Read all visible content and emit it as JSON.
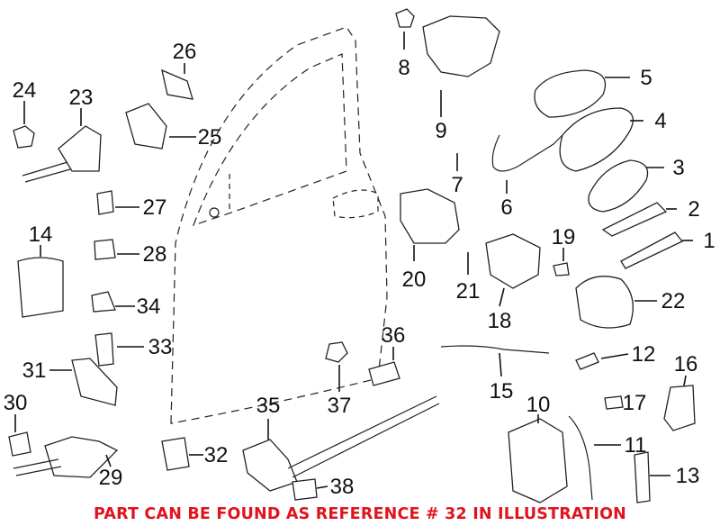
{
  "diagram": {
    "callouts": [
      "24",
      "23",
      "26",
      "25",
      "8",
      "9",
      "7",
      "5",
      "4",
      "3",
      "6",
      "2",
      "1",
      "14",
      "27",
      "28",
      "34",
      "33",
      "20",
      "21",
      "19",
      "18",
      "22",
      "36",
      "31",
      "12",
      "16",
      "37",
      "15",
      "17",
      "30",
      "35",
      "10",
      "11",
      "29",
      "32",
      "38",
      "13"
    ],
    "notice": "PART CAN BE FOUND AS REFERENCE # 32 IN ILLUSTRATION",
    "notice_color": "#e0141e"
  }
}
